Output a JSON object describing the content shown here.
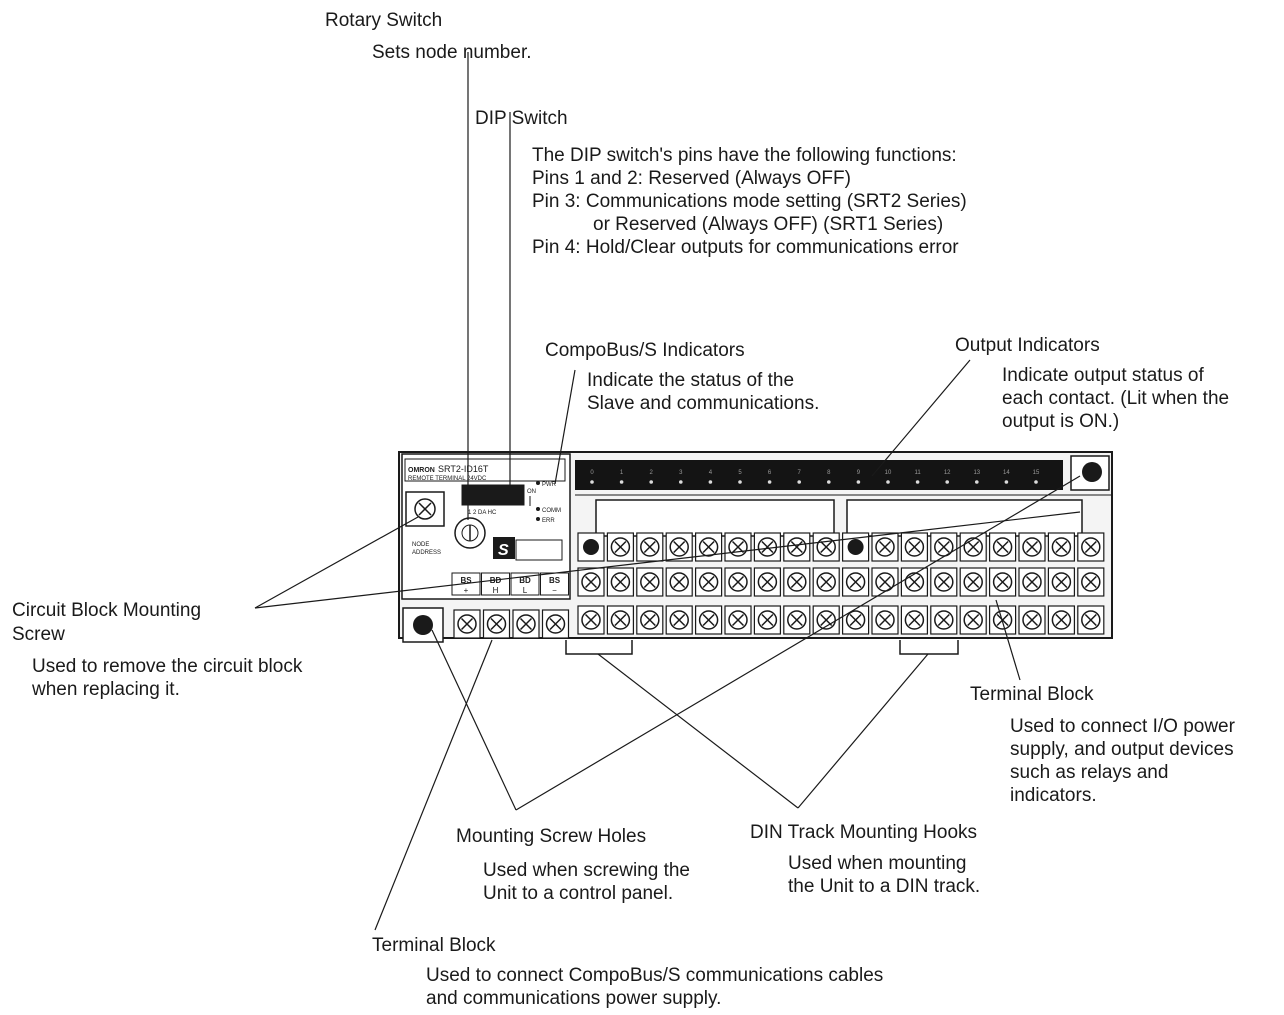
{
  "callouts": {
    "rotary_switch": {
      "title": "Rotary Switch",
      "desc": [
        "Sets node number."
      ]
    },
    "dip_switch": {
      "title": "DIP Switch",
      "desc": [
        "The DIP switch's pins have the following functions:",
        "Pins 1 and 2: Reserved (Always OFF)",
        "Pin 3: Communications mode setting (SRT2 Series)",
        "or Reserved (Always OFF) (SRT1 Series)",
        "Pin 4: Hold/Clear outputs for communications error"
      ]
    },
    "compobus_indicators": {
      "title": "CompoBus/S Indicators",
      "desc": [
        "Indicate the status of the",
        "Slave and communications."
      ]
    },
    "output_indicators": {
      "title": "Output Indicators",
      "desc": [
        "Indicate output status of",
        "each contact. (Lit when the",
        "output is ON.)"
      ]
    },
    "circuit_block_screw": {
      "title": [
        "Circuit Block Mounting",
        "Screw"
      ],
      "desc": [
        "Used to remove the circuit block",
        "when replacing it."
      ]
    },
    "terminal_block_output": {
      "title": "Terminal Block",
      "desc": [
        "Used to connect I/O power",
        "supply, and output devices",
        "such as relays and",
        "indicators."
      ]
    },
    "mounting_screw_holes": {
      "title": "Mounting Screw Holes",
      "desc": [
        "Used when screwing the",
        "Unit to a control panel."
      ]
    },
    "din_track_hooks": {
      "title": "DIN Track Mounting Hooks",
      "desc": [
        "Used when mounting",
        "the Unit to a DIN track."
      ]
    },
    "terminal_block_comm": {
      "title": "Terminal Block",
      "desc": [
        "Used to connect CompoBus/S communications cables",
        "and communications power supply."
      ]
    }
  },
  "device": {
    "brand": "OMRON",
    "model": "SRT2-ID16T",
    "subtitle": "REMOTE TERMINAL 24VDC",
    "node_address": [
      "NODE",
      "ADDRESS"
    ],
    "dip_labels": "1 2 DA HC",
    "dip_on": "ON",
    "indicator_labels": [
      "PWR",
      "COMM",
      "ERR"
    ],
    "logo_letter": "S",
    "comm_terminals": [
      {
        "top": "BS",
        "bottom": "+"
      },
      {
        "top": "BD",
        "bottom": "H"
      },
      {
        "top": "BD",
        "bottom": "L"
      },
      {
        "top": "BS",
        "bottom": "−"
      }
    ],
    "output_numbers": [
      "0",
      "1",
      "2",
      "3",
      "4",
      "5",
      "6",
      "7",
      "8",
      "9",
      "10",
      "11",
      "12",
      "13",
      "14",
      "15"
    ]
  }
}
